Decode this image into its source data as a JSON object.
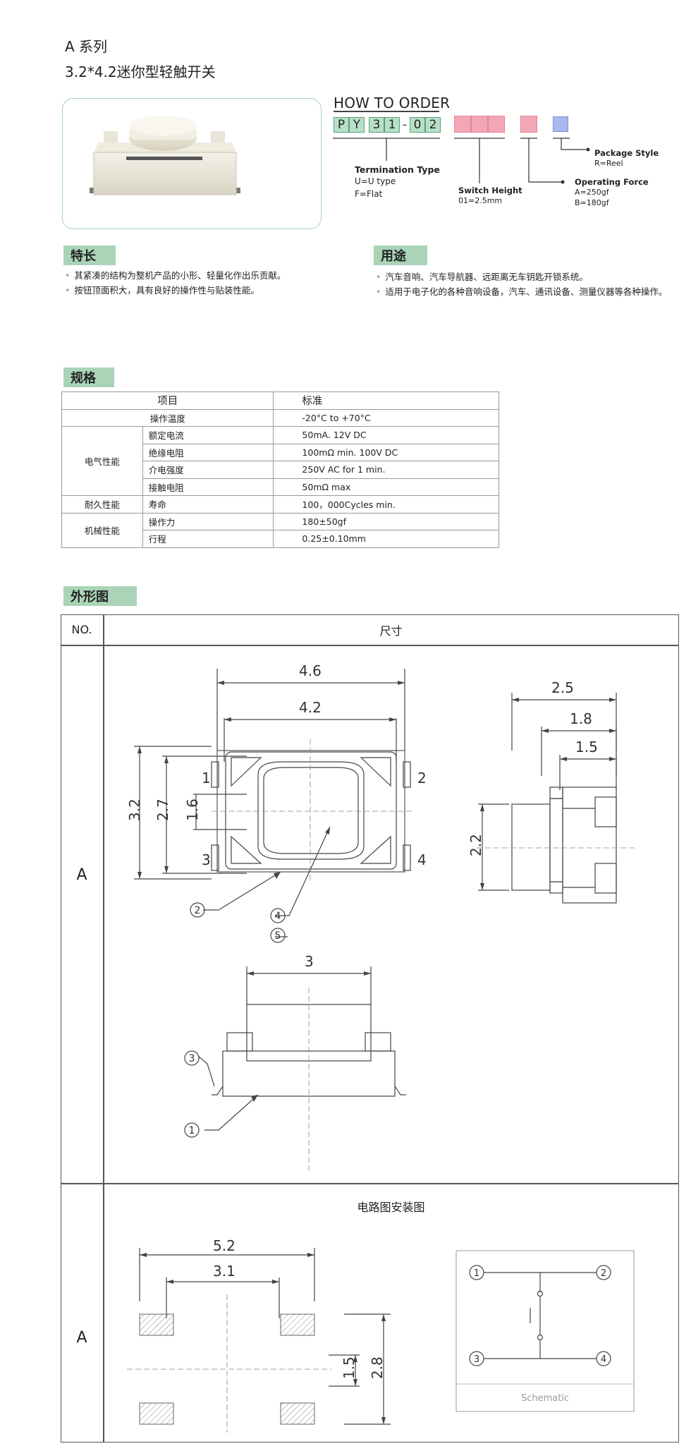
{
  "header": {
    "series": "A 系列",
    "title": "3.2*4.2迷你型轻触开关"
  },
  "order": {
    "heading": "HOW TO ORDER",
    "code_chars": [
      "P",
      "Y",
      "3",
      "1",
      "-",
      "0",
      "2"
    ],
    "termination": {
      "title": "Termination Type",
      "lines": [
        "U=U type",
        "F=Flat"
      ]
    },
    "switch_height": {
      "title": "Switch Height",
      "lines": [
        "01=2.5mm"
      ]
    },
    "operating_force": {
      "title": "Operating Force",
      "lines": [
        "A=250gf",
        "B=180gf"
      ]
    },
    "package_style": {
      "title": "Package Style",
      "lines": [
        "R=Reel"
      ]
    },
    "colors": {
      "switch_height": "#f3a7b6",
      "operating_force": "#f3a7b6",
      "package_style": "#a9b8ef"
    }
  },
  "features": {
    "tag": "特长",
    "items": [
      "其紧凑的结构为整机产品的小形、轻量化作出乐贡献。",
      "按钮顶面积大，具有良好的操作性与贴装性能。"
    ]
  },
  "uses": {
    "tag": "用途",
    "items": [
      "汽车音响、汽车导航器、远距离无车钥匙开锁系统。",
      "适用于电子化的各种音响设备，汽车、通讯设备、测量仪器等各种操作。"
    ]
  },
  "spec": {
    "tag": "规格",
    "header": {
      "item": "项目",
      "standard": "标准"
    },
    "rows": [
      {
        "group": "",
        "item": "操作温度",
        "value": "-20°C to +70°C"
      },
      {
        "group": "电气性能",
        "item": "额定电流",
        "value": "50mA. 12V DC"
      },
      {
        "group": "电气性能",
        "item": "绝缘电阻",
        "value": "100mΩ min. 100V DC"
      },
      {
        "group": "电气性能",
        "item": "介电强度",
        "value": "250V AC for 1 min."
      },
      {
        "group": "电气性能",
        "item": "接触电阻",
        "value": "50mΩ max"
      },
      {
        "group": "耐久性能",
        "item": "寿命",
        "value": "100，000Cycles min."
      },
      {
        "group": "机械性能",
        "item": "操作力",
        "value": "180±50gf"
      },
      {
        "group": "机械性能",
        "item": "行程",
        "value": "0.25±0.10mm"
      }
    ],
    "groups": {
      "electrical": "电气性能",
      "durability": "耐久性能",
      "mechanical": "机械性能"
    }
  },
  "outline": {
    "tag": "外形图",
    "col_no": "NO.",
    "col_dim": "尺寸",
    "row1_label": "A",
    "row2_label": "A",
    "circuit_title": "电路图安装图",
    "top_view": {
      "w1": "4.6",
      "w2": "4.2",
      "h1": "3.2",
      "h2": "2.7",
      "h3": "1.6",
      "pins": [
        "1",
        "2",
        "3",
        "4"
      ],
      "callouts": [
        "2",
        "4",
        "5"
      ]
    },
    "side_view": {
      "w1": "2.5",
      "w2": "1.8",
      "w3": "1.5",
      "h": "2.2"
    },
    "front_view": {
      "w": "3",
      "callouts": [
        "3",
        "1"
      ]
    },
    "footprint": {
      "w1": "5.2",
      "w2": "3.1",
      "h1": "1.5",
      "h2": "2.8"
    },
    "schematic": {
      "pins": [
        "1",
        "2",
        "3",
        "4"
      ],
      "label": "Schematic"
    }
  }
}
